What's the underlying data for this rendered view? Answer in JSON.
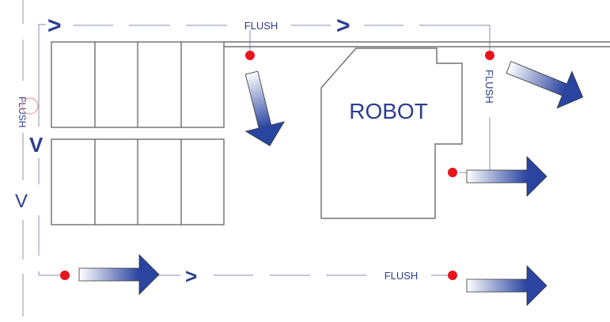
{
  "diagram": {
    "title": "Robot cell airflow layout",
    "robot_label": "ROBOT",
    "flush_labels": [
      "FLUSH",
      "FLUSH",
      "FLUSH",
      "FLUSH"
    ],
    "direction_glyph_right": ">",
    "direction_glyph_down": "V",
    "rack_rows": 2,
    "rack_columns": 4,
    "colors": {
      "arrow_dark": "#2a45a0",
      "arrow_light": "#ffffff",
      "text": "#2a3e8f",
      "dot": "#e8141e",
      "outline": "#555555",
      "guide": "#8a8fb0",
      "wall": "#c9c9c9"
    }
  }
}
